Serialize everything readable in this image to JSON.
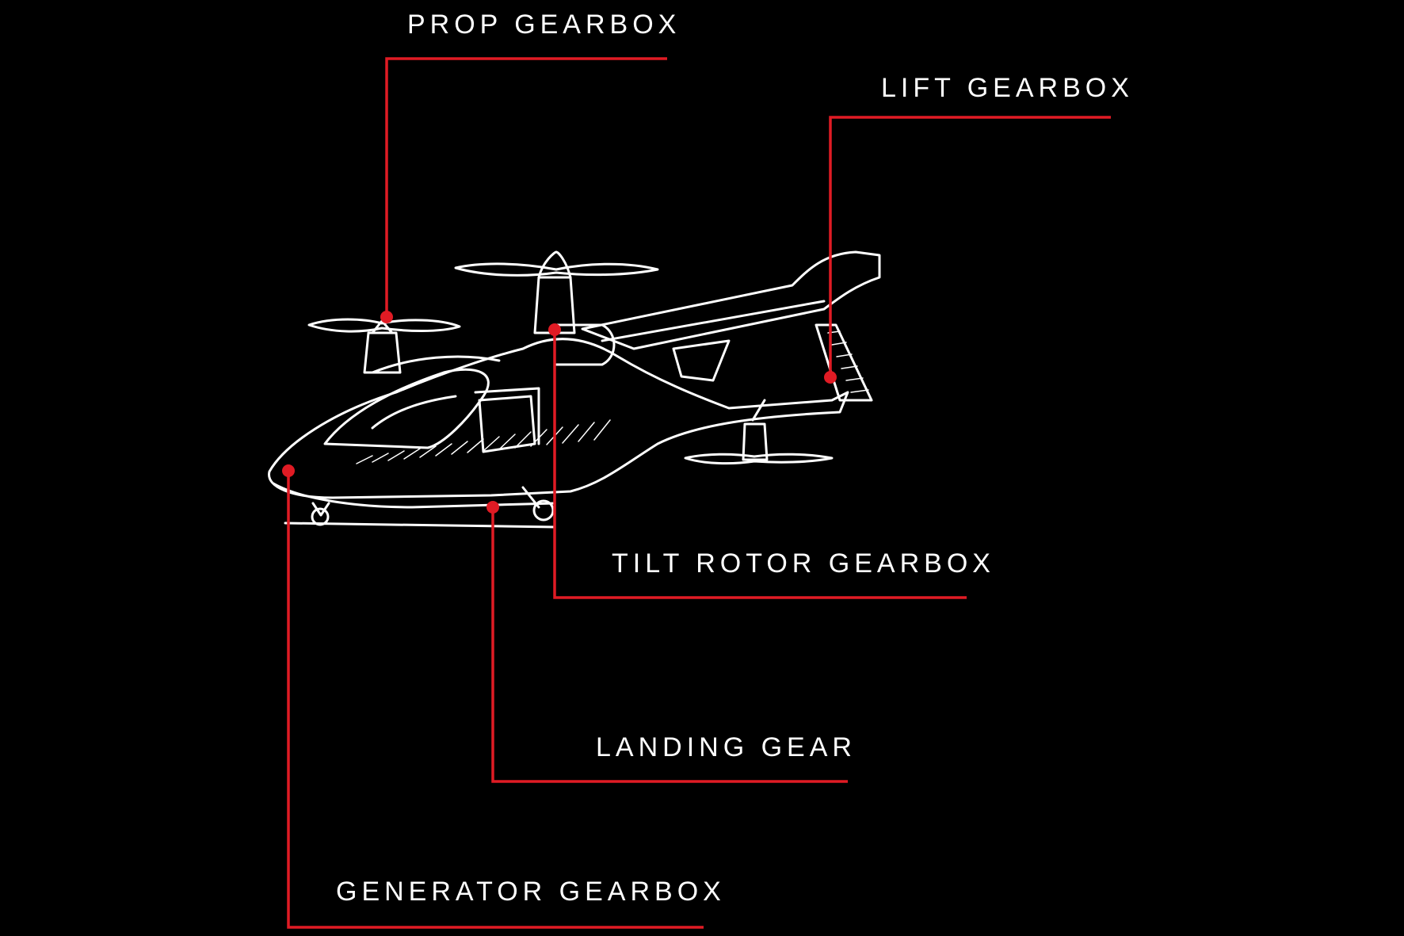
{
  "colors": {
    "background": "#000000",
    "line": "#e01b24",
    "drawing": "#ffffff",
    "text": "#ffffff"
  },
  "callouts": {
    "prop_gearbox": "PROP GEARBOX",
    "lift_gearbox": "LIFT GEARBOX",
    "tilt_rotor_gearbox": "TILT ROTOR GEARBOX",
    "landing_gear": "LANDING GEAR",
    "generator_gearbox": "GENERATOR GEARBOX"
  }
}
